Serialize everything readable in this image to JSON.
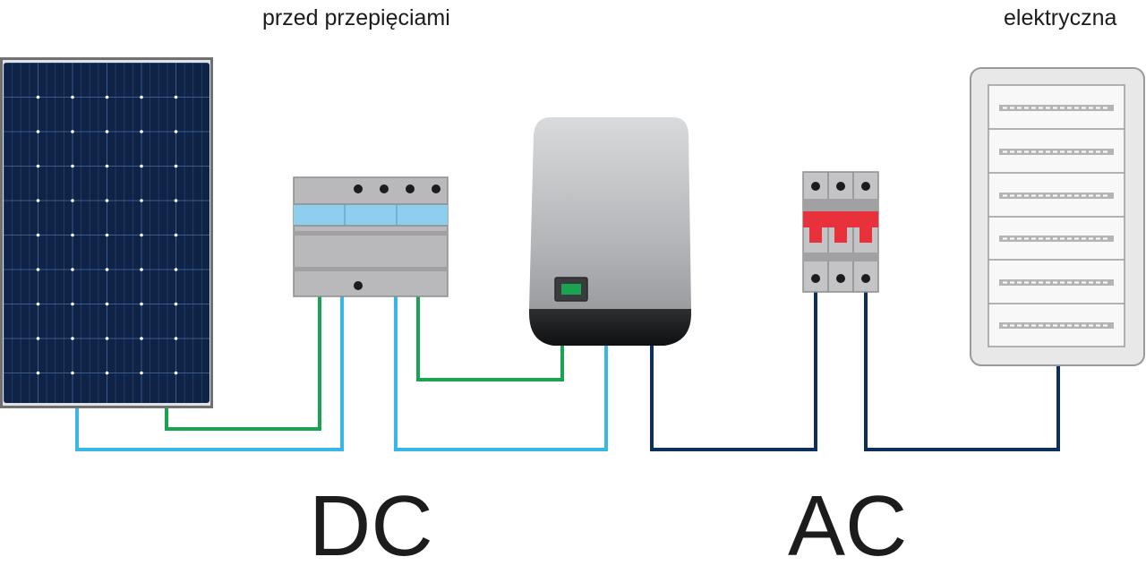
{
  "diagram": {
    "captions": {
      "surge_protector": "przed przepięciami",
      "distribution_board": "elektryczna"
    },
    "sections": {
      "dc": "DC",
      "ac": "AC"
    },
    "colors": {
      "dc_plus_wire": "#38b6e6",
      "dc_minus_wire": "#1aa351",
      "ac_wire": "#0e2e5e",
      "panel_cell": "#0f2347",
      "breaker_red": "#e8313b",
      "spd_window": "#8ecfee"
    },
    "icons": [
      "solar-panel-icon",
      "dc-surge-protector-icon",
      "inverter-icon",
      "ac-circuit-breaker-icon",
      "distribution-board-icon"
    ]
  }
}
